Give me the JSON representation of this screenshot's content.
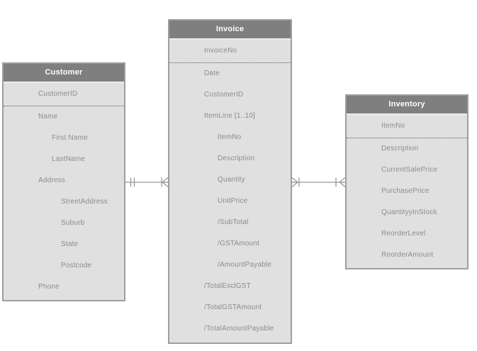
{
  "entities": [
    {
      "id": "customer",
      "title": "Customer",
      "identifier": [
        "CustomerID"
      ],
      "attributes": [
        {
          "label": "Name",
          "indent": 1
        },
        {
          "label": "First Name",
          "indent": 2
        },
        {
          "label": "LastName",
          "indent": 2
        },
        {
          "label": "Address",
          "indent": 1
        },
        {
          "label": "StreetAddress",
          "indent": 3
        },
        {
          "label": "Suburb",
          "indent": 3
        },
        {
          "label": "State",
          "indent": 3
        },
        {
          "label": "Postcode",
          "indent": 3
        },
        {
          "label": "Phone",
          "indent": 1
        }
      ]
    },
    {
      "id": "invoice",
      "title": "Invoice",
      "identifier": [
        "InvoiceNo"
      ],
      "attributes": [
        {
          "label": "Date",
          "indent": 1
        },
        {
          "label": "CustomerID",
          "indent": 1
        },
        {
          "label": "ItemLine [1..10]",
          "indent": 1
        },
        {
          "label": "ItemNo",
          "indent": 2
        },
        {
          "label": "Description",
          "indent": 2
        },
        {
          "label": "Quantity",
          "indent": 2
        },
        {
          "label": "UnitPrice",
          "indent": 2
        },
        {
          "label": "/SubTotal",
          "indent": 2
        },
        {
          "label": "/GSTAmount",
          "indent": 2
        },
        {
          "label": "/AmountPayable",
          "indent": 2
        },
        {
          "label": "/TotalExclGST",
          "indent": 1
        },
        {
          "label": "/TotalGSTAmount",
          "indent": 1
        },
        {
          "label": "/TotalAmountPayable",
          "indent": 1
        }
      ]
    },
    {
      "id": "inventory",
      "title": "Inventory",
      "identifier": [
        "ItemNo"
      ],
      "attributes": [
        {
          "label": "Description",
          "indent": 1
        },
        {
          "label": "CurrentSalePrice",
          "indent": 1
        },
        {
          "label": "PurchasePrice",
          "indent": 1
        },
        {
          "label": "QuantityyInStock",
          "indent": 1
        },
        {
          "label": "ReorderLevel",
          "indent": 1
        },
        {
          "label": "ReorderAmount",
          "indent": 1
        }
      ]
    }
  ],
  "relationships": [
    {
      "from": "Customer",
      "to": "Invoice",
      "from_cardinality": "one-and-only-one",
      "to_cardinality": "one-or-many"
    },
    {
      "from": "Invoice",
      "to": "Inventory",
      "from_cardinality": "one-or-many",
      "to_cardinality": "one-or-many"
    }
  ],
  "colors": {
    "header_bg": "#7f7f7f",
    "header_text": "#ffffff",
    "body_bg": "#e0e0e0",
    "border": "#9e9e9e",
    "attribute_text": "#8c8c8c",
    "connector": "#999999"
  }
}
